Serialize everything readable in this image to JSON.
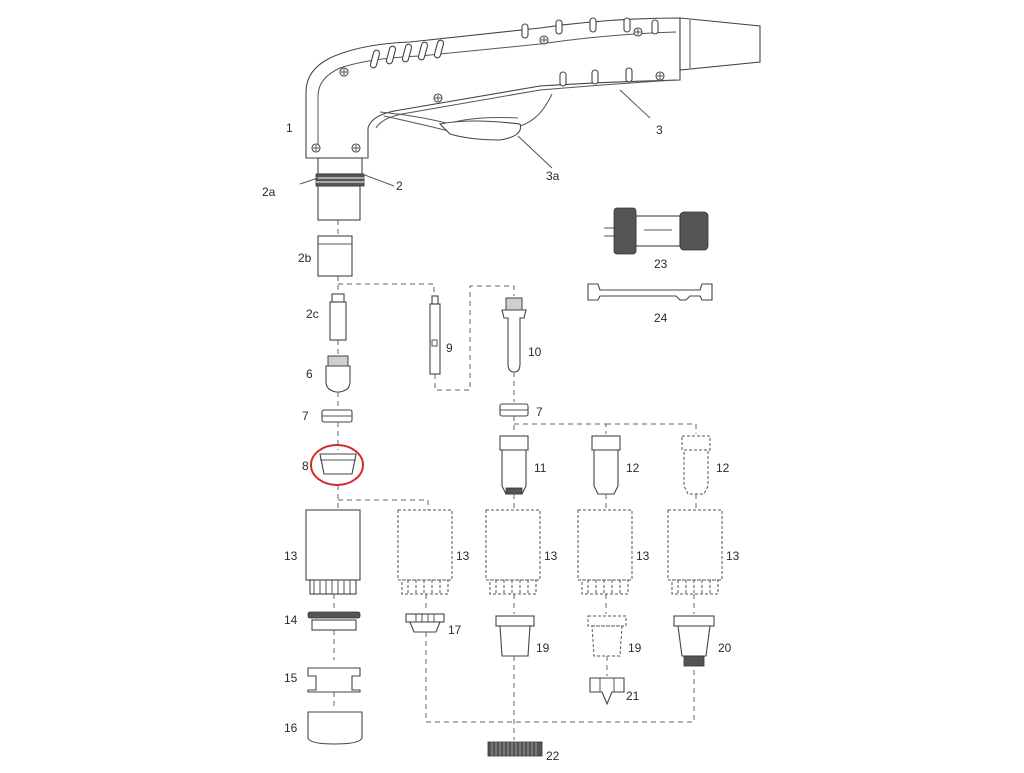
{
  "diagram": {
    "labels": {
      "l1": "1",
      "l2": "2",
      "l2a": "2a",
      "l2b": "2b",
      "l2c": "2c",
      "l3": "3",
      "l3a": "3a",
      "l6": "6",
      "l7a": "7",
      "l7b": "7",
      "l8": "8",
      "l9": "9",
      "l10": "10",
      "l11": "11",
      "l12a": "12",
      "l12b": "12",
      "l13a": "13",
      "l13b": "13",
      "l13c": "13",
      "l13d": "13",
      "l13e": "13",
      "l14": "14",
      "l15": "15",
      "l16": "16",
      "l17": "17",
      "l19a": "19",
      "l19b": "19",
      "l20": "20",
      "l21": "21",
      "l22": "22",
      "l23": "23",
      "l24": "24"
    },
    "highlight_color": "#d42a2a",
    "highlighted_part": "8"
  }
}
